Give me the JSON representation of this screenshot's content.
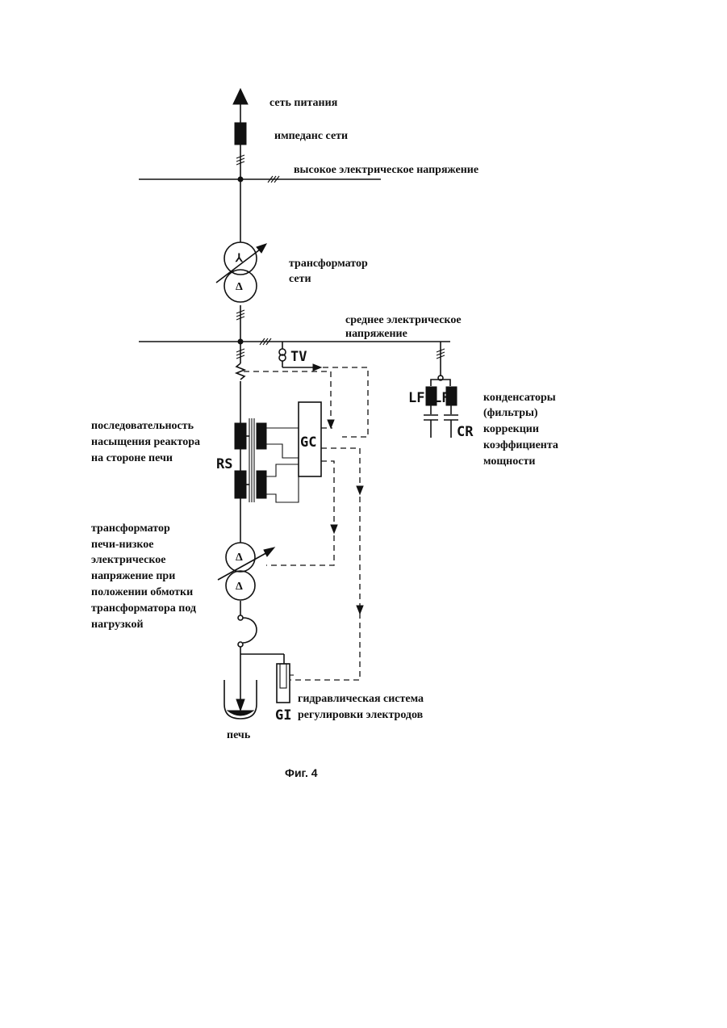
{
  "labels": {
    "supply_network": "сеть питания",
    "network_impedance": "импеданс сети",
    "high_voltage": "высокое  электрическое  напряжение",
    "network_transformer": [
      "трансформатор",
      "сети"
    ],
    "medium_voltage": [
      "среднее  электрическое",
      "напряжение"
    ],
    "reactor_sequence": [
      "последовательность",
      "насыщения  реактора",
      "на стороне печи"
    ],
    "furnace_transformer": [
      "трансформатор",
      "печи-низкое",
      "электрическое",
      "напряжение  при",
      "положении  обмотки",
      "трансформатора под",
      "нагрузкой"
    ],
    "capacitors": [
      "конденсаторы",
      "(фильтры)",
      "коррекции",
      "коэффициента",
      "мощности"
    ],
    "hydraulic_system": [
      "гидравлическая система",
      "регулировки электродов"
    ],
    "furnace": "печь"
  },
  "codes": {
    "tv": "TV",
    "rs": "RS",
    "gc": "GC",
    "lf": "LF",
    "cr": "CR",
    "gi": "GI"
  },
  "symbols": {
    "star": "⅄",
    "delta": "Δ"
  },
  "caption": "Фиг. 4",
  "colors": {
    "ink": "#111111",
    "background": "#ffffff"
  }
}
